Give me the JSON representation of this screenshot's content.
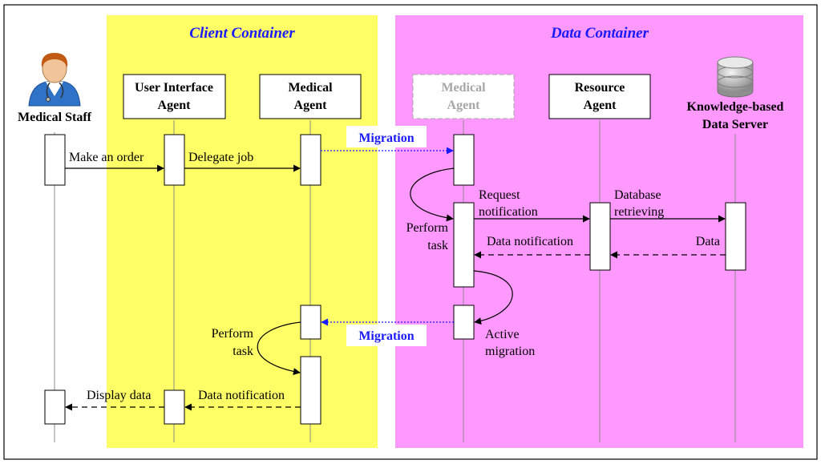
{
  "containers": {
    "client": {
      "title": "Client Container",
      "color": "#ffff66"
    },
    "data": {
      "title": "Data Container",
      "color": "#ff99ff"
    }
  },
  "actors": {
    "staff": {
      "label": "Medical Staff"
    },
    "ui_agent": {
      "line1": "User Interface",
      "line2": "Agent"
    },
    "medical_agent": {
      "line1": "Medical",
      "line2": "Agent"
    },
    "medical_agent_ghost": {
      "line1": "Medical",
      "line2": "Agent"
    },
    "resource_agent": {
      "line1": "Resource",
      "line2": "Agent"
    },
    "kb_server": {
      "line1": "Knowledge-based",
      "line2": "Data Server"
    }
  },
  "messages": {
    "make_order": "Make an order",
    "delegate_job": "Delegate job",
    "migration_1": "Migration",
    "request_l1": "Request",
    "request_l2": "notification",
    "db_l1": "Database",
    "db_l2": "retrieving",
    "perform_1_l1": "Perform",
    "perform_1_l2": "task",
    "data_notification_1": "Data notification",
    "data": "Data",
    "active_l1": "Active",
    "active_l2": "migration",
    "migration_2": "Migration",
    "perform_2_l1": "Perform",
    "perform_2_l2": "task",
    "display_data": "Display data",
    "data_notification_2": "Data notification"
  },
  "colors": {
    "migration_arrow": "#1a1aff"
  },
  "icons": {
    "staff": "doctor-icon",
    "server": "database-icon"
  }
}
